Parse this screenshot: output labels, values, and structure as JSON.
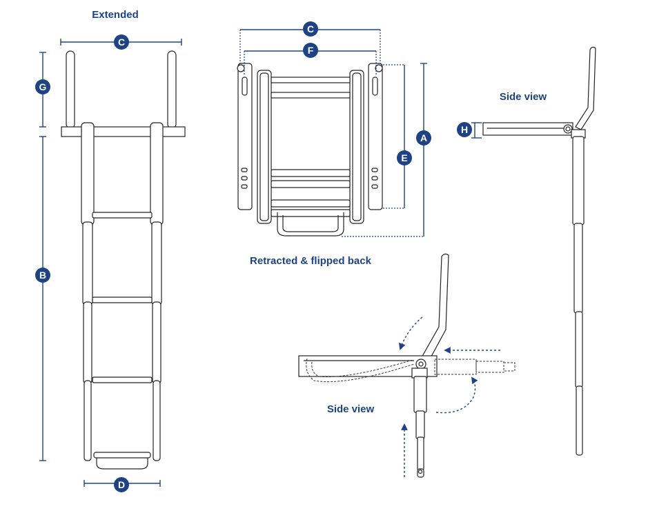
{
  "captions": {
    "extended": "Extended",
    "retracted": "Retracted & flipped back",
    "side_view_top": "Side view",
    "side_view_bottom": "Side view"
  },
  "dimension_labels": {
    "A": "A",
    "B": "B",
    "C": "C",
    "D": "D",
    "E": "E",
    "F": "F",
    "G": "G",
    "H": "H"
  },
  "colors": {
    "accent": "#1d4384",
    "line": "#222222",
    "background": "#ffffff"
  }
}
